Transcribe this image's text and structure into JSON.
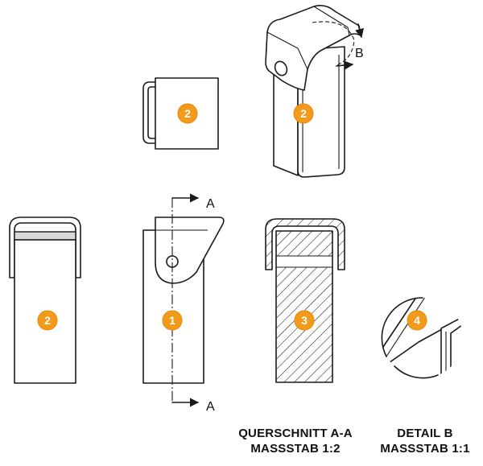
{
  "badges": [
    {
      "id": "top-square",
      "number": "2"
    },
    {
      "id": "isometric",
      "number": "2"
    },
    {
      "id": "front-left",
      "number": "2"
    },
    {
      "id": "side-view",
      "number": "1"
    },
    {
      "id": "section",
      "number": "3"
    },
    {
      "id": "detail",
      "number": "4"
    }
  ],
  "labels": {
    "section_top": "A",
    "section_bottom": "A",
    "detail_ref": "B"
  },
  "captions": {
    "section_title": "QUERSCHNITT A-A",
    "section_scale": "MASSSTAB 1:2",
    "detail_title": "DETAIL B",
    "detail_scale": "MASSSTAB 1:1"
  },
  "colors": {
    "badge": "#f29a1c",
    "line": "#1a1a1a"
  }
}
